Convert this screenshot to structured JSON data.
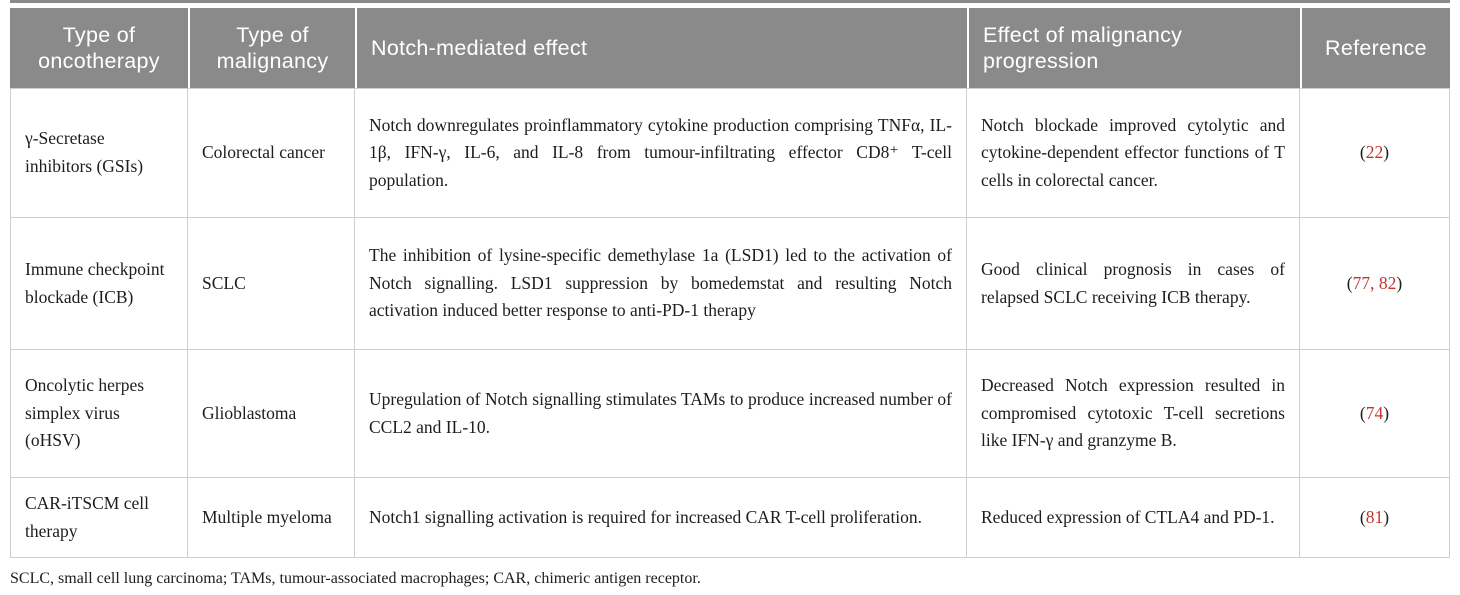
{
  "table": {
    "headers": [
      {
        "label": "Type of oncotherapy"
      },
      {
        "label": "Type of malignancy"
      },
      {
        "label": "Notch-mediated effect"
      },
      {
        "label": "Effect of malignancy progression"
      },
      {
        "label": "Reference"
      }
    ],
    "rows": [
      {
        "oncotherapy": "γ-Secretase inhibitors (GSIs)",
        "malignancy": "Colorectal cancer",
        "effect": "Notch downregulates proinflammatory cytokine production comprising TNFα, IL-1β, IFN-γ, IL-6, and IL-8 from tumour-infiltrating effector CD8⁺ T-cell population.",
        "progression": "Notch blockade improved cytolytic and cytokine-dependent effector functions of T cells in colorectal cancer.",
        "references": [
          "22"
        ]
      },
      {
        "oncotherapy": "Immune checkpoint blockade (ICB)",
        "malignancy": "SCLC",
        "effect": "The inhibition of lysine-specific demethylase 1a (LSD1) led to the activation of Notch signalling. LSD1 suppression by bomedemstat and resulting Notch activation induced better response to anti-PD-1 therapy",
        "progression": "Good clinical prognosis in cases of relapsed SCLC receiving ICB therapy.",
        "references": [
          "77",
          "82"
        ]
      },
      {
        "oncotherapy": "Oncolytic herpes simplex virus (oHSV)",
        "malignancy": "Glioblastoma",
        "effect": "Upregulation of Notch signalling stimulates TAMs to produce increased number of CCL2 and IL-10.",
        "progression": "Decreased Notch expression resulted in compromised cytotoxic T-cell secretions like IFN-γ and granzyme B.",
        "references": [
          "74"
        ]
      },
      {
        "oncotherapy": "CAR-iTSCM cell therapy",
        "malignancy": "Multiple myeloma",
        "effect": "Notch1 signalling activation is required for increased CAR T-cell proliferation.",
        "progression": "Reduced expression of CTLA4 and PD-1.",
        "references": [
          "81"
        ]
      }
    ],
    "footnote": "SCLC, small cell lung carcinoma; TAMs, tumour-associated macrophages; CAR, chimeric antigen receptor."
  },
  "colors": {
    "header_bg": "#8a8a8a",
    "header_text": "#ffffff",
    "body_text": "#1d1d1b",
    "reference_red": "#c23530",
    "grid_line": "#cfcfcf",
    "page_bg": "#ffffff"
  }
}
